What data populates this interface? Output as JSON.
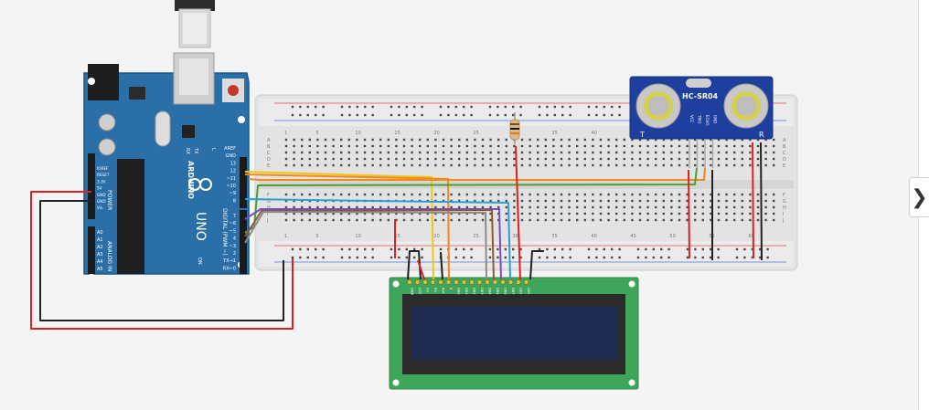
{
  "arduino": {
    "brand": "ARDUINO",
    "model": "UNO",
    "power_header": "POWER",
    "analog_header": "ANALOG IN",
    "digital_header": "DIGITAL (PWM ~)",
    "power_pins": [
      "IOREF",
      "RESET",
      "3.3V",
      "5V",
      "GND",
      "GND",
      "Vin"
    ],
    "analog_pins": [
      "A0",
      "A1",
      "A2",
      "A3",
      "A4",
      "A5"
    ],
    "digital_top": [
      "AREF",
      "GND",
      "13",
      "12",
      "~11",
      "~10",
      "~9",
      "8"
    ],
    "digital_bottom": [
      "7",
      "~6",
      "~5",
      "4",
      "~3",
      "2",
      "TX→1",
      "RX←0"
    ],
    "tx_label": "TX",
    "rx_label": "RX",
    "l_label": "L",
    "on_label": "ON"
  },
  "breadboard": {
    "row_labels_top": [
      "A",
      "B",
      "C",
      "D",
      "E"
    ],
    "row_labels_bottom": [
      "F",
      "G",
      "H",
      "I",
      "J"
    ],
    "column_numbers": [
      "1",
      "5",
      "10",
      "15",
      "20",
      "25",
      "30",
      "35",
      "40",
      "45",
      "50",
      "55",
      "60"
    ]
  },
  "sensor": {
    "name": "HC-SR04",
    "pins": [
      "VCC",
      "TRIG",
      "ECHO",
      "GND"
    ],
    "left_mark": "T",
    "right_mark": "R"
  },
  "lcd": {
    "pins": [
      "GND",
      "VCC",
      "V0",
      "RS",
      "RW",
      "E",
      "DB0",
      "DB1",
      "DB2",
      "DB3",
      "DB4",
      "DB5",
      "DB6",
      "DB7",
      "LED",
      "LED"
    ]
  },
  "ui": {
    "toggle_glyph": "❯",
    "toggle_icon": "chevron-right-icon"
  },
  "colors": {
    "arduino_board": "#2a6fa8",
    "breadboard": "#e5e5e5",
    "sensor_board": "#1f3f9e",
    "lcd_board": "#3ea55a",
    "lcd_screen": "#1c2b4f",
    "wire_red": "#e02020",
    "wire_black": "#222222",
    "wire_yellow": "#f0c419",
    "wire_orange": "#f08a1c",
    "wire_green": "#4aa12e",
    "wire_blue": "#2a9fd6",
    "wire_purple": "#7a4cc2",
    "wire_brown": "#8a5a3a",
    "wire_gray": "#8c8c8c"
  }
}
